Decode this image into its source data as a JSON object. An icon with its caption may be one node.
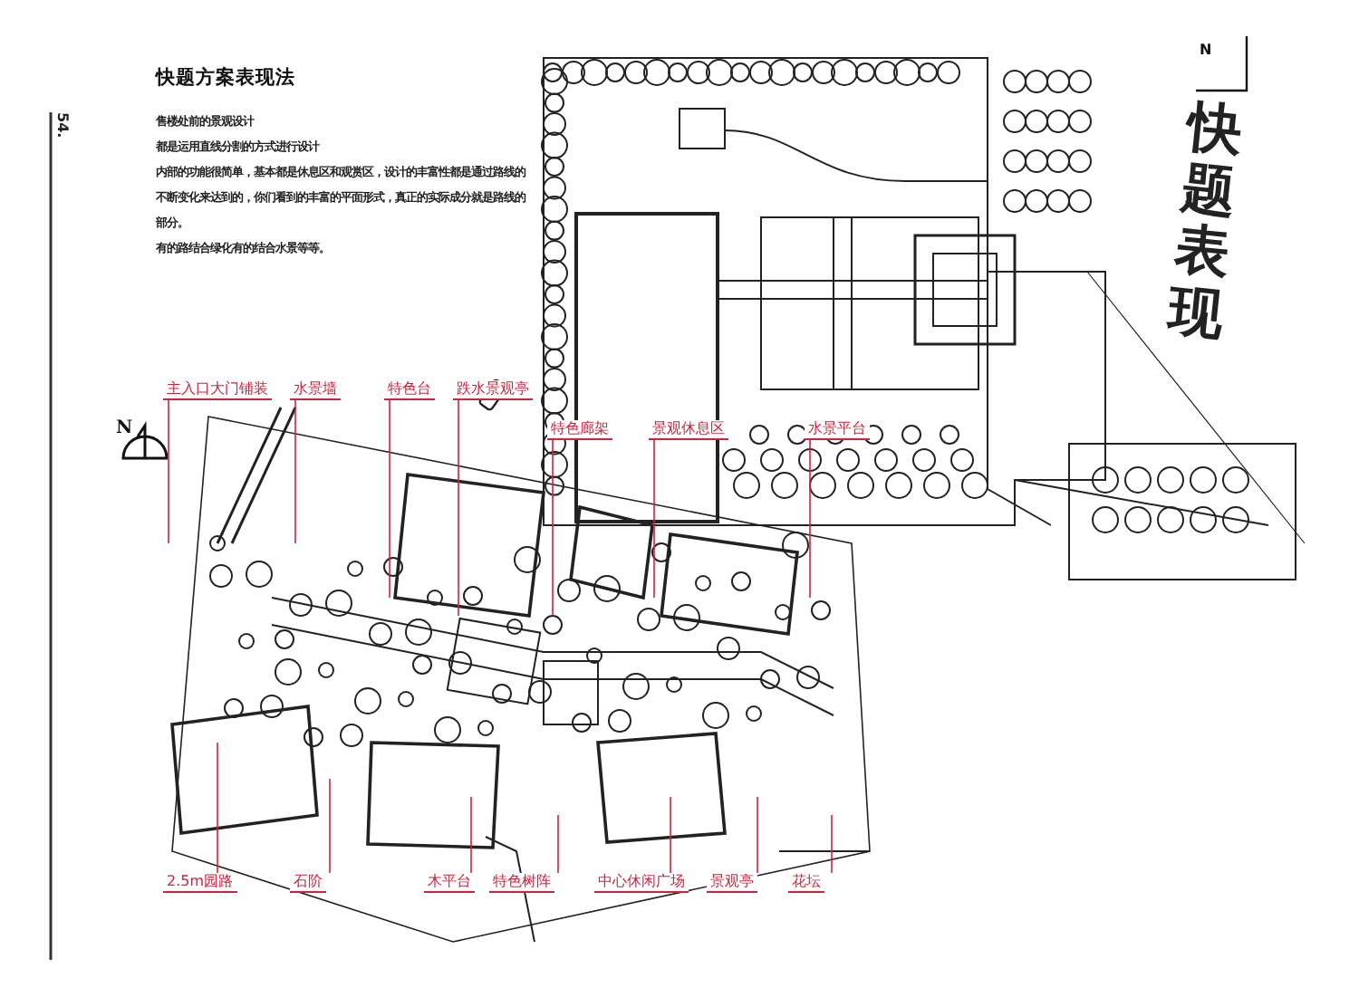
{
  "diagram": {
    "title": "快题方案表现法",
    "nodes": [
      {
        "text": [
          "主入口大门铺装"
        ]
      },
      {
        "text": [
          "水景墙"
        ]
      },
      {
        "text": [
          "特色台"
        ]
      },
      {
        "text": [
          "跌水景观亭"
        ]
      },
      {
        "text": [
          "特色廊架"
        ]
      },
      {
        "text": [
          "景观休息区"
        ]
      },
      {
        "text": [
          "水景平台"
        ]
      },
      {
        "text": [
          "2.5m园路"
        ]
      },
      {
        "text": [
          "石阶"
        ]
      },
      {
        "text": [
          "木平台"
        ]
      },
      {
        "text": [
          "特色树阵"
        ]
      },
      {
        "text": [
          "中心休闲广场"
        ]
      },
      {
        "text": [
          "景观亭"
        ]
      },
      {
        "text": [
          "花坛"
        ]
      }
    ],
    "edges": [
      {
        "from": 0,
        "to": null,
        "arrow": "none"
      },
      {
        "from": 1,
        "to": null,
        "arrow": "none"
      },
      {
        "from": 2,
        "to": null,
        "arrow": "none"
      },
      {
        "from": 3,
        "to": null,
        "arrow": "none"
      },
      {
        "from": 4,
        "to": null,
        "arrow": "none"
      },
      {
        "from": 5,
        "to": null,
        "arrow": "none"
      },
      {
        "from": 6,
        "to": null,
        "arrow": "none"
      },
      {
        "from": 7,
        "to": null,
        "arrow": "none"
      },
      {
        "from": 8,
        "to": null,
        "arrow": "none"
      },
      {
        "from": 9,
        "to": null,
        "arrow": "none"
      },
      {
        "from": 10,
        "to": null,
        "arrow": "none"
      },
      {
        "from": 11,
        "to": null,
        "arrow": "none"
      },
      {
        "from": 12,
        "to": null,
        "arrow": "none"
      },
      {
        "from": 13,
        "to": null,
        "arrow": "none"
      }
    ],
    "labels": [
      "54.",
      "售楼处前的景观设计",
      "都是运用直线分割的方式进行设计",
      "内部的功能很简单，基本都是休息区和观赏区，设计的丰富性都是通过路线的不断变化来达到的，你们看到的丰富的平面形式，真正的实际成分就是路线的部分。",
      "有的路结合绿化有的结合水景等等。",
      "N",
      "N",
      "快题表现"
    ]
  }
}
